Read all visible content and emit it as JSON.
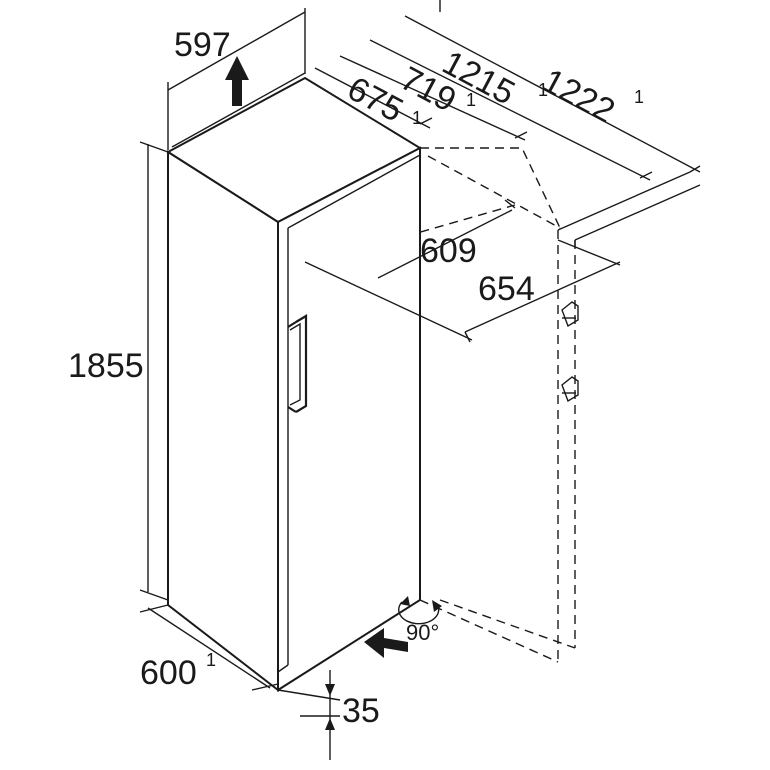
{
  "dimensions": {
    "top_width": "597",
    "depth_1222": "1222",
    "depth_1222_sup": "1",
    "depth_1215": "1215",
    "depth_1215_sup": "1",
    "depth_719": "719",
    "depth_719_sup": "1",
    "depth_675": "675",
    "depth_675_sup": "1",
    "niche_609": "609",
    "niche_654": "654",
    "height_1855": "1855",
    "width_600": "600",
    "width_600_sup": "1",
    "floor_gap_35": "35",
    "door_angle": "90°"
  },
  "icons": {
    "up_arrow": "up-arrow-icon",
    "in_arrow": "push-arrow-icon",
    "rotation": "rotation-arc-icon",
    "hinge": "hinge-bracket-icon"
  },
  "colors": {
    "ink": "#1a1a1a",
    "background": "#ffffff"
  }
}
